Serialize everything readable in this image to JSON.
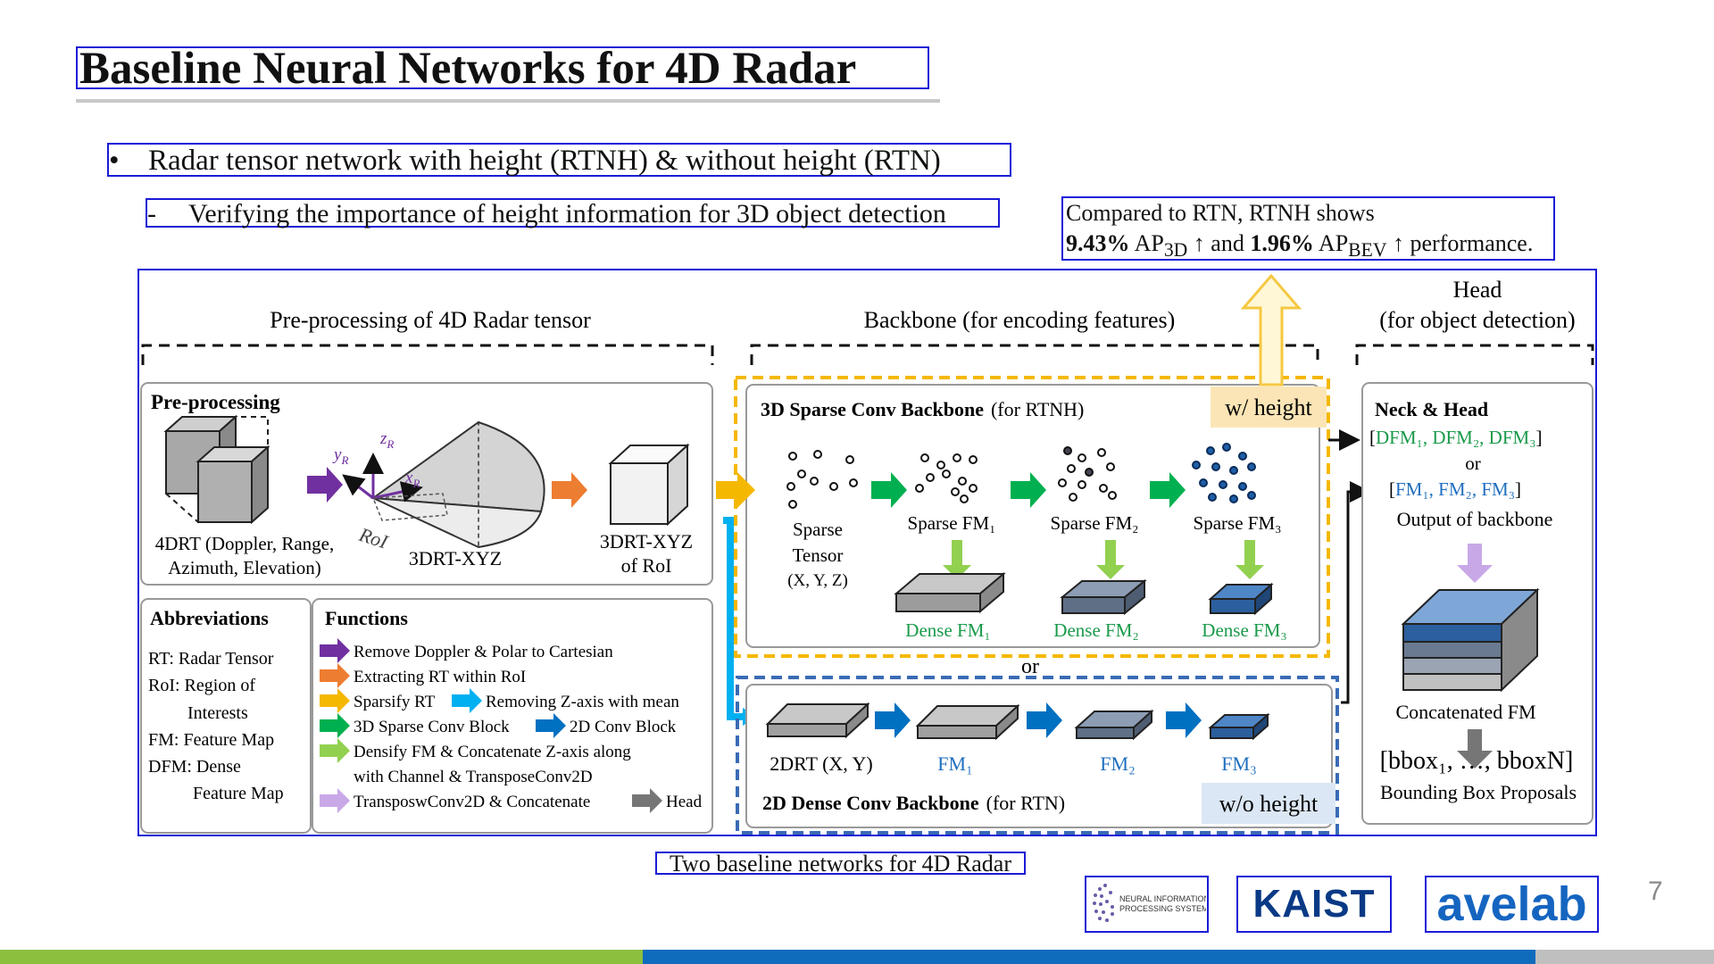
{
  "slide": {
    "title": "Baseline Neural Networks for 4D Radar",
    "bullet": "•",
    "bullet_text": "Radar tensor network with height (RTNH) & without height (RTN)",
    "sub_dash": "-",
    "sub_text": "Verifying the importance of height information for 3D object detection",
    "note": {
      "line1": "Compared to RTN, RTNH shows",
      "val1": "9.43%",
      "metric1": "AP",
      "sub1": "3D",
      "arrow": "↑",
      "and": "and",
      "val2": "1.96%",
      "metric2": "AP",
      "sub2": "BEV",
      "tail": "performance."
    },
    "caption": "Two baseline networks for 4D Radar",
    "page_number": "7",
    "logos": {
      "neurips_line1": "NEURAL INFORMATION",
      "neurips_line2": "PROCESSING SYSTEMS",
      "kaist": "KAIST",
      "avelab": "avelab"
    }
  },
  "figure": {
    "sec_pre": "Pre-processing of 4D Radar tensor",
    "sec_backbone": "Backbone (for encoding features)",
    "sec_head1": "Head",
    "sec_head2": "(for object detection)",
    "pre_title": "Pre-processing",
    "drt4_1": "4DRT (Doppler, Range,",
    "drt4_2": "Azimuth, Elevation)",
    "drt3": "3DRT-XYZ",
    "roi_lbl": "RoI",
    "yr": "y",
    "zr": "z",
    "xr": "x",
    "r_sub": "R",
    "drt3roi_1": "3DRT-XYZ",
    "drt3roi_2": "of RoI",
    "abbr_title": "Abbreviations",
    "abbr": [
      "RT: Radar Tensor",
      "RoI: Region of",
      "Interests",
      "FM: Feature Map",
      "DFM: Dense",
      "Feature Map"
    ],
    "func_title": "Functions",
    "func": {
      "f1": "Remove Doppler & Polar to Cartesian",
      "f2": "Extracting RT within RoI",
      "f3a": "Sparsify RT",
      "f3b": "Removing Z-axis with mean",
      "f4a": "3D Sparse Conv Block",
      "f4b": "2D Conv Block",
      "f5a": "Densify FM & Concatenate Z-axis along",
      "f5b": "with Channel & TransposeConv2D",
      "f6a": "TransposwConv2D & Concatenate",
      "f6b": "Head"
    },
    "sparse_title_b": "3D Sparse Conv Backbone",
    "sparse_title_r": "(for RTNH)",
    "w_height": "w/ height",
    "sparse_tensor": [
      "Sparse",
      "Tensor",
      "(X, Y, Z)"
    ],
    "sparse_fm1": "Sparse FM₁",
    "sparse_fm2": "Sparse FM₂",
    "sparse_fm3": "Sparse FM₃",
    "dense_fm1": "Dense FM₁",
    "dense_fm2": "Dense FM₂",
    "dense_fm3": "Dense FM₃",
    "or_mid": "or",
    "drt2": "2DRT (X, Y)",
    "fm1": "FM₁",
    "fm2": "FM₂",
    "fm3": "FM₃",
    "dense_title_b": "2D Dense Conv Backbone",
    "dense_title_r": "(for RTN)",
    "wo_height": "w/o height",
    "neck_title": "Neck & Head",
    "dfm_list": "DFM₁, DFM₂, DFM₃",
    "or_head": "or",
    "fm_list": "FM₁, FM₂, FM₃",
    "lb": "[",
    "rb": "]",
    "out_backbone": "Output of backbone",
    "concat_fm": "Concatenated FM",
    "bbox": "[bbox₁, …, bboxN]",
    "bbox_prop": "Bounding Box Proposals"
  },
  "colors": {
    "accent_blue": "#1a1ad6",
    "green_text": "#1a9a4a",
    "blue_text": "#1f6fbf",
    "purple": "#7030a0",
    "orange": "#ed7d31",
    "yellow": "#f5b800",
    "cyan": "#00b0f0",
    "green_arrow": "#00b050",
    "blue_arrow": "#0070c0",
    "lightgreen": "#92d050",
    "lavender": "#c9a8e8",
    "gray_arrow": "#767676",
    "bar_green": "#8dbf3f",
    "bar_blue": "#0f6cbd",
    "bar_gray": "#bfbfbf"
  }
}
